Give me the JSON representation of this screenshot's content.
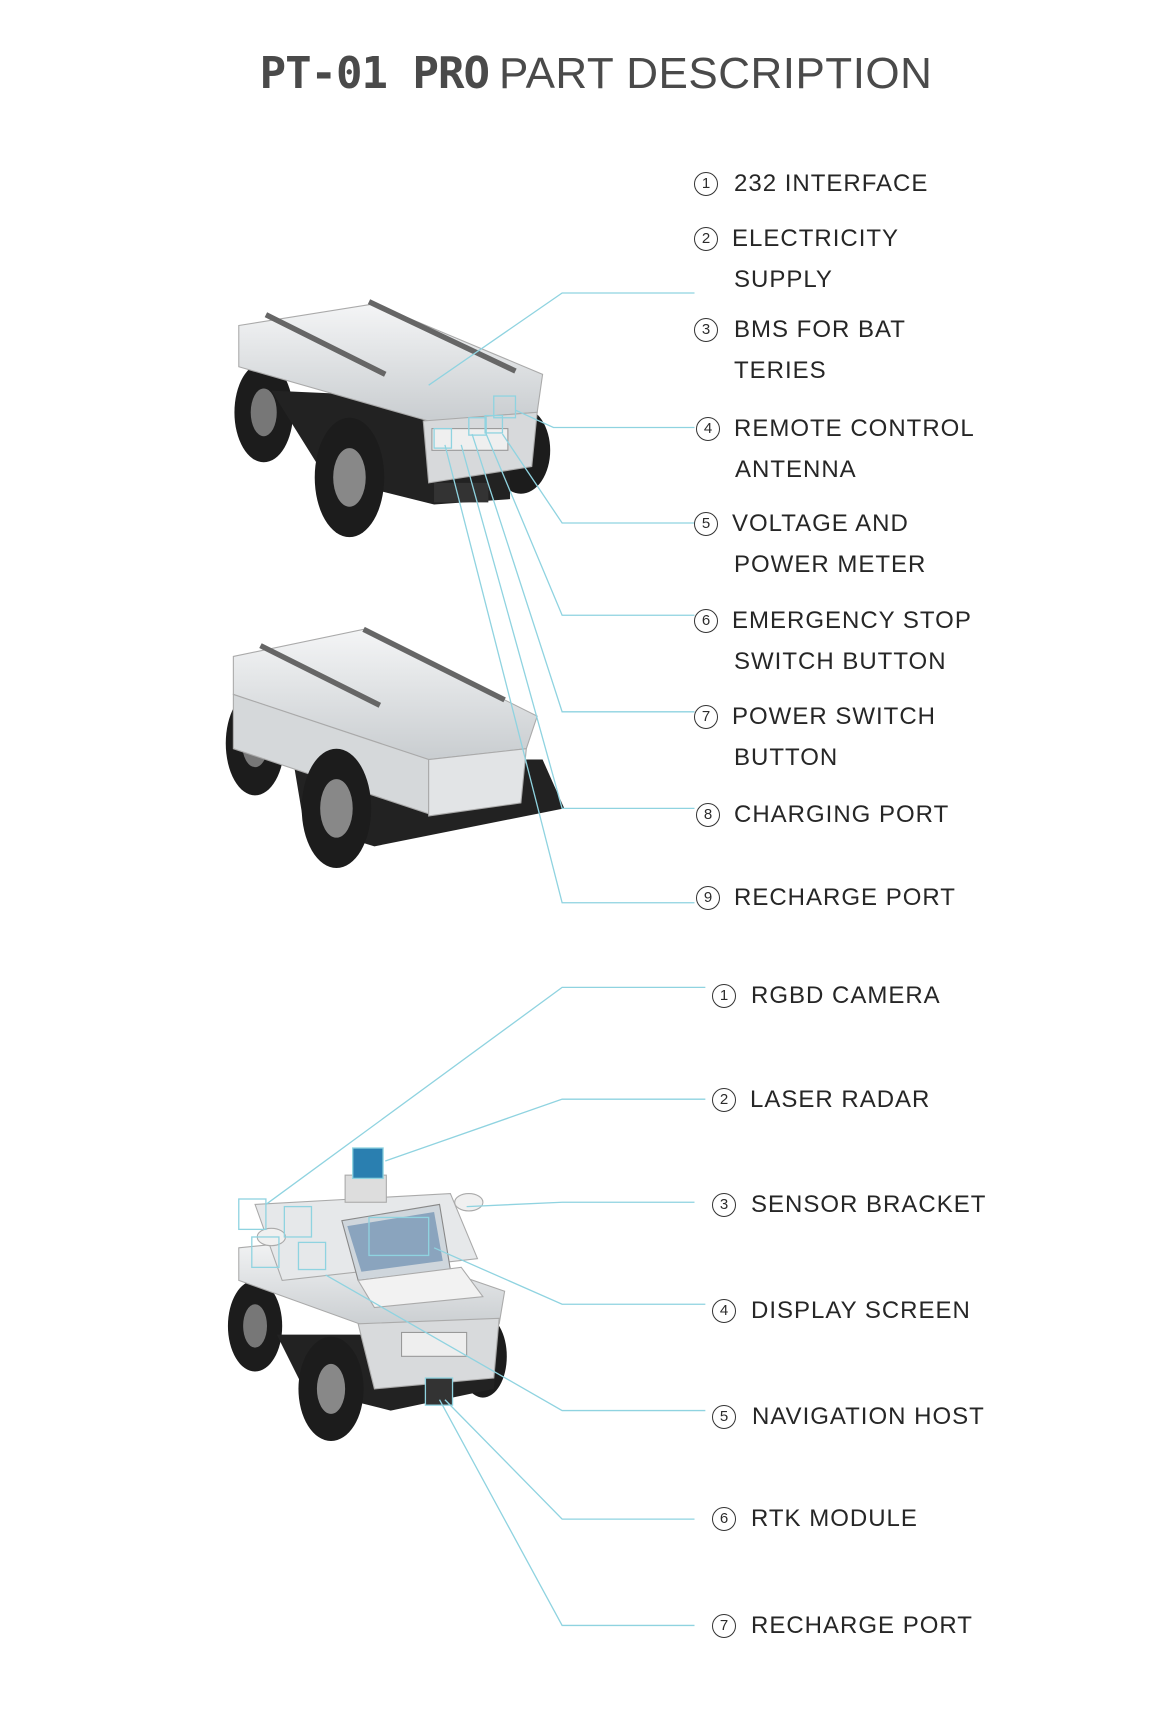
{
  "title": {
    "model": "PT-01 PRO",
    "text": "PART DESCRIPTION"
  },
  "base_parts": [
    {
      "num": "1",
      "lines": [
        "232 INTERFACE"
      ]
    },
    {
      "num": "2",
      "lines": [
        "ELECTRICITY",
        "SUPPLY"
      ]
    },
    {
      "num": "3",
      "lines": [
        "BMS FOR BAT",
        "TERIES"
      ]
    },
    {
      "num": "4",
      "lines": [
        "REMOTE CONTROL",
        "ANTENNA"
      ]
    },
    {
      "num": "5",
      "lines": [
        "VOLTAGE AND",
        "POWER METER"
      ]
    },
    {
      "num": "6",
      "lines": [
        "EMERGENCY STOP",
        "SWITCH BUTTON"
      ]
    },
    {
      "num": "7",
      "lines": [
        "POWER SWITCH",
        "BUTTON"
      ]
    },
    {
      "num": "8",
      "lines": [
        "CHARGING PORT"
      ]
    },
    {
      "num": "9",
      "lines": [
        "RECHARGE PORT"
      ]
    }
  ],
  "nav_parts": [
    {
      "num": "1",
      "lines": [
        "RGBD CAMERA"
      ]
    },
    {
      "num": "2",
      "lines": [
        "LASER RADAR"
      ]
    },
    {
      "num": "3",
      "lines": [
        "SENSOR BRACKET"
      ]
    },
    {
      "num": "4",
      "lines": [
        "DISPLAY SCREEN"
      ]
    },
    {
      "num": "5",
      "lines": [
        "NAVIGATION HOST"
      ]
    },
    {
      "num": "6",
      "lines": [
        "RTK MODULE"
      ]
    },
    {
      "num": "7",
      "lines": [
        "RECHARGE PORT"
      ]
    }
  ],
  "colors": {
    "leader": "#8fd3e0",
    "body": "#e4e6e8",
    "tire": "#1c1c1c"
  }
}
